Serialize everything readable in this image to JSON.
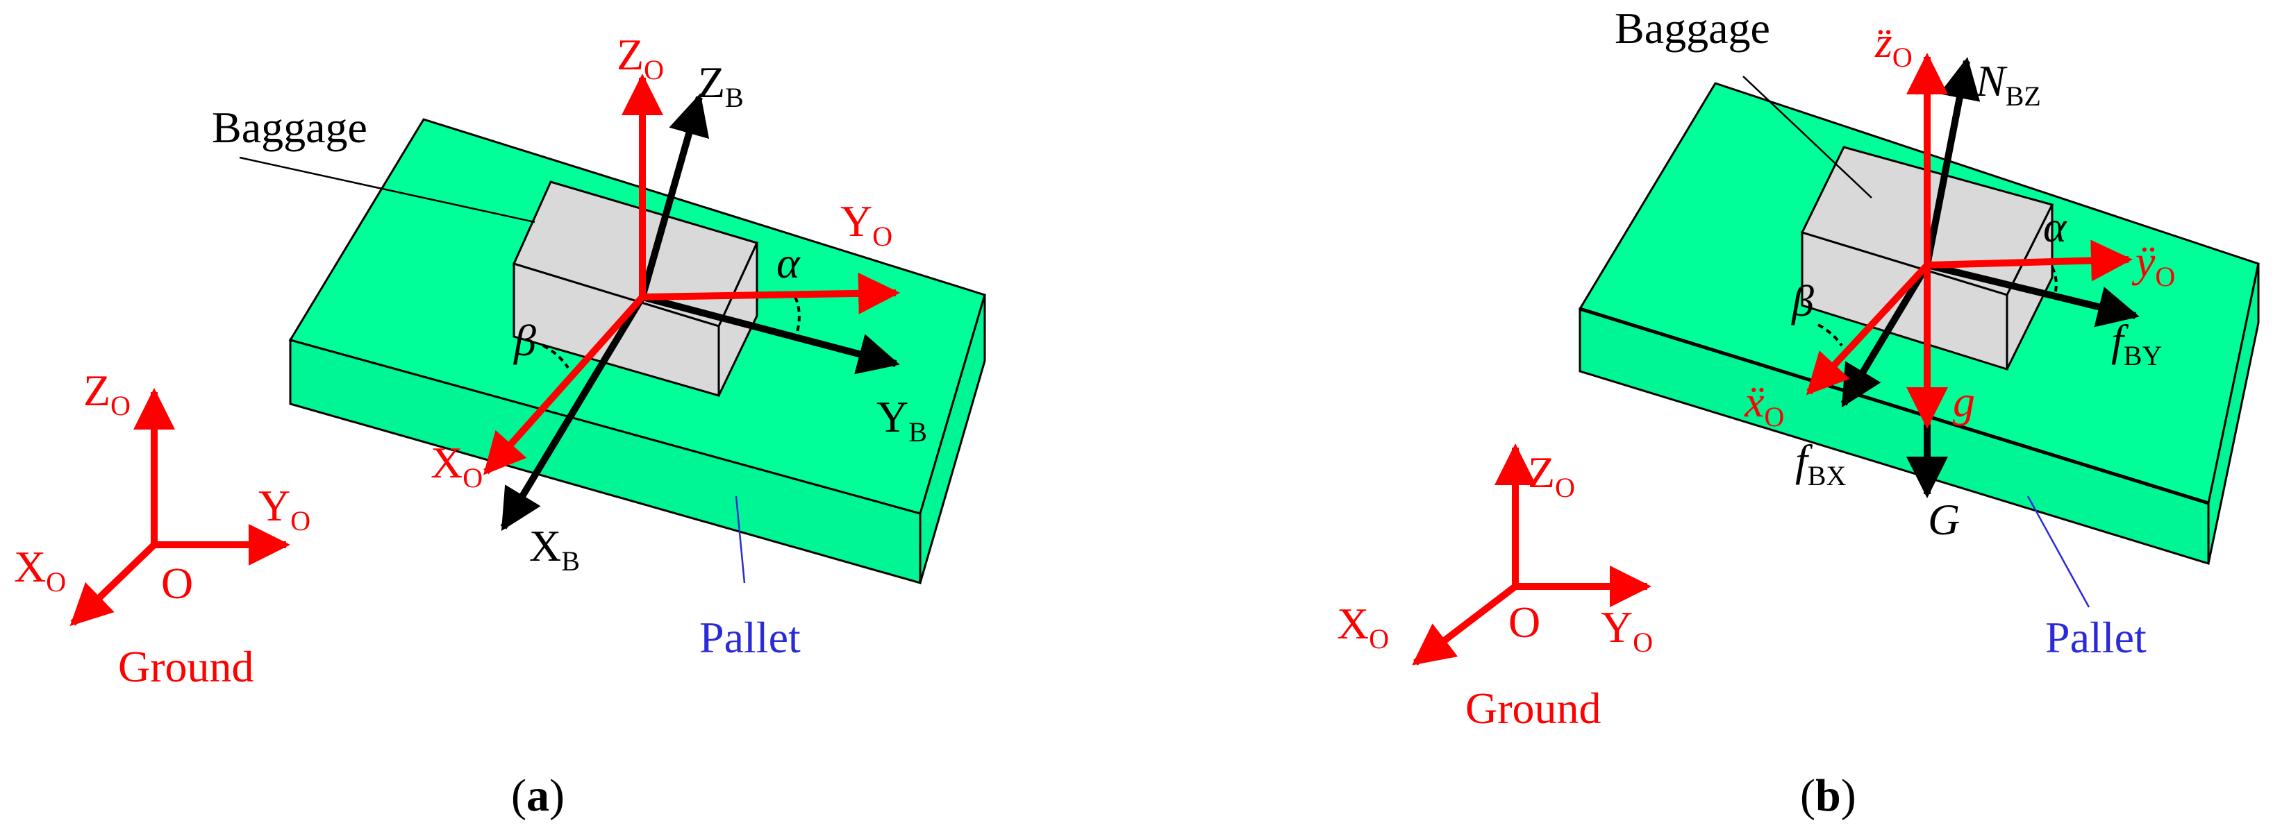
{
  "colors": {
    "pallet_top": "#00ff99",
    "pallet_side": "#00f594",
    "box": "#d9d9d9",
    "red": "#ff0000",
    "black": "#000000",
    "blue": "#2a2ad8"
  },
  "panel_a": {
    "caption": {
      "open": "(",
      "letter": "a",
      "close": ")"
    },
    "baggage": "Baggage",
    "pallet": "Pallet",
    "ground": "Ground",
    "origin": "O",
    "zo": {
      "main": "Z",
      "sub": "O"
    },
    "yo": {
      "main": "Y",
      "sub": "O"
    },
    "xo": {
      "main": "X",
      "sub": "O"
    },
    "zb": {
      "main": "Z",
      "sub": "B"
    },
    "yb": {
      "main": "Y",
      "sub": "B"
    },
    "xb": {
      "main": "X",
      "sub": "B"
    },
    "alpha": "α",
    "beta": "β",
    "g_zo": {
      "main": "Z",
      "sub": "O"
    },
    "g_yo": {
      "main": "Y",
      "sub": "O"
    },
    "g_xo": {
      "main": "X",
      "sub": "O"
    }
  },
  "panel_b": {
    "caption": {
      "open": "(",
      "letter": "b",
      "close": ")"
    },
    "baggage": "Baggage",
    "pallet": "Pallet",
    "ground": "Ground",
    "origin": "O",
    "z_acc": {
      "main": "z̈",
      "sub": "O"
    },
    "y_acc": {
      "main": "ÿ",
      "sub": "O"
    },
    "x_acc": {
      "main": "ẍ",
      "sub": "O"
    },
    "nbz": {
      "main": "N",
      "sub": "BZ"
    },
    "fby": {
      "main": "f",
      "sub": "BY"
    },
    "fbx": {
      "main": "f",
      "sub": "BX"
    },
    "g_small": "g",
    "g_big": "G",
    "alpha": "α",
    "beta": "β",
    "g_zo": {
      "main": "Z",
      "sub": "O"
    },
    "g_yo": {
      "main": "Y",
      "sub": "O"
    },
    "g_xo": {
      "main": "X",
      "sub": "O"
    }
  }
}
